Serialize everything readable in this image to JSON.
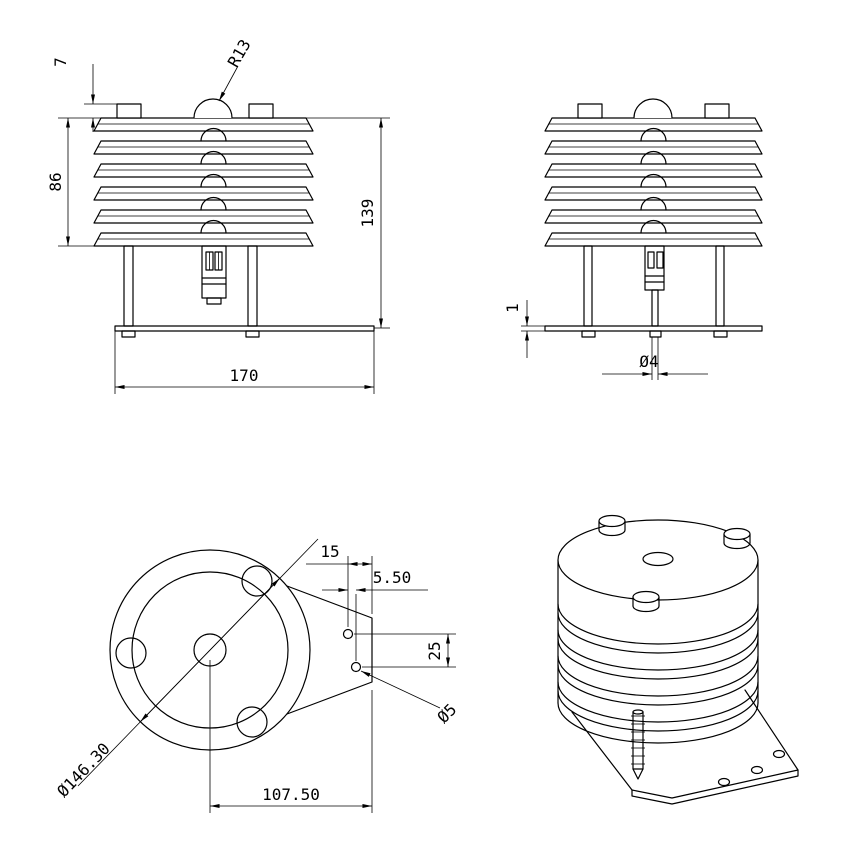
{
  "drawing": {
    "background": "#ffffff",
    "line_color": "#000000",
    "front_view": {
      "dim_cap_height": "7",
      "dim_louver_height": "86",
      "dim_total_height": "139",
      "dim_base_width": "170",
      "dim_dome_radius": "R13"
    },
    "side_view": {
      "dim_base_thickness": "1",
      "dim_rod_diameter": "Ø4"
    },
    "bottom_view": {
      "dim_tab_width": "15",
      "dim_hole_offset": "5.50",
      "dim_hole_spacing": "25",
      "dim_hole_diameter": "Ø5",
      "dim_outer_diameter": "Ø146.30",
      "dim_mount_length": "107.50"
    }
  }
}
